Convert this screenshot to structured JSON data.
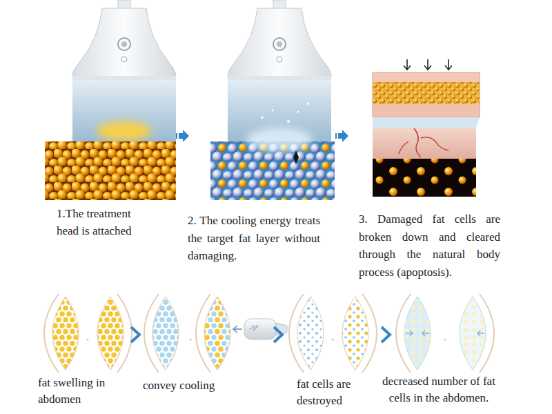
{
  "diagram": {
    "labels": [
      "1.The treatment head is attached",
      "2. The cooling energy treats the target fat layer without damaging.",
      "3. Damaged fat cells are broken down and cleared through the natural body process (apoptosis).",
      "fat swelling in abdomen",
      "convey cooling",
      "-9°",
      "fat cells are destroyed",
      "decreased number of fat cells in the abdomen."
    ]
  }
}
